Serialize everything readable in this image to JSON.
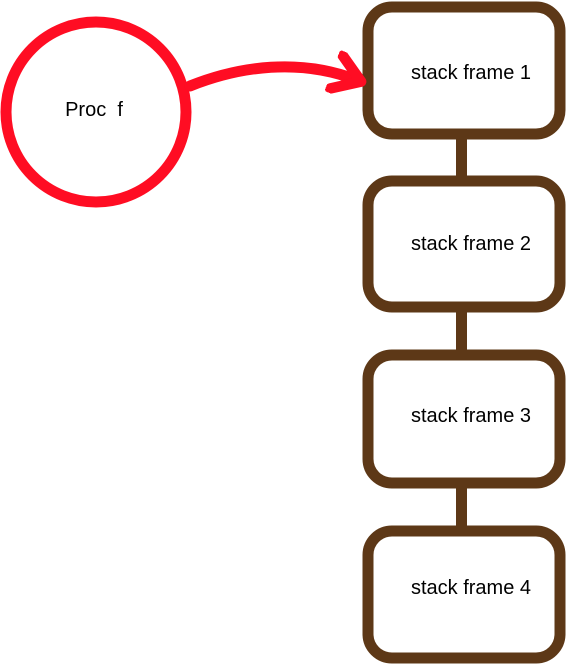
{
  "process": {
    "label": "Proc  f"
  },
  "stack": {
    "frames": [
      {
        "label": "stack frame 1"
      },
      {
        "label": "stack frame 2"
      },
      {
        "label": "stack frame 3"
      },
      {
        "label": "stack frame 4"
      }
    ]
  },
  "colors": {
    "process": "#ff0d23",
    "arrow": "#ff0d23",
    "frame": "#5d3817",
    "connector": "#5d3817",
    "text": "#000000",
    "background": "#ffffff"
  },
  "icons": {
    "process": "circle-node",
    "pointer": "curved-arrow"
  }
}
